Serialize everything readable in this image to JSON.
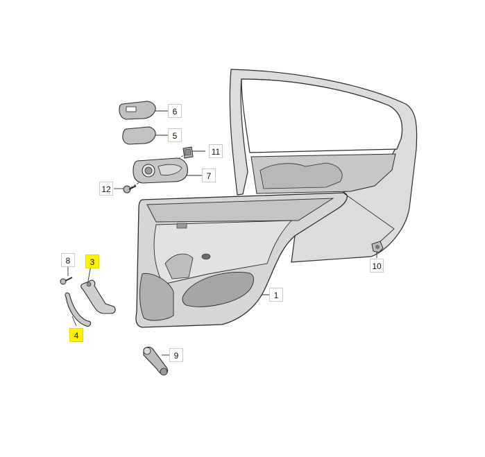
{
  "colors": {
    "part_fill": "#d9d9d9",
    "part_dark": "#a9a9a9",
    "outline": "#2b2b2b",
    "label_border": "#cfc9bd",
    "highlight": "#fff200"
  },
  "labels": [
    {
      "id": "1",
      "text": "1",
      "highlight": false,
      "part": "door-trim-panel"
    },
    {
      "id": "3",
      "text": "3",
      "highlight": true,
      "part": "inner-grab-handle"
    },
    {
      "id": "4",
      "text": "4",
      "highlight": true,
      "part": "grab-handle-cover"
    },
    {
      "id": "5",
      "text": "5",
      "highlight": false,
      "part": "trim-cover"
    },
    {
      "id": "6",
      "text": "6",
      "highlight": false,
      "part": "switch-bezel"
    },
    {
      "id": "7",
      "text": "7",
      "highlight": false,
      "part": "door-handle-bezel"
    },
    {
      "id": "8",
      "text": "8",
      "highlight": false,
      "part": "screw"
    },
    {
      "id": "9",
      "text": "9",
      "highlight": false,
      "part": "window-crank"
    },
    {
      "id": "10",
      "text": "10",
      "highlight": false,
      "part": "clip"
    },
    {
      "id": "11",
      "text": "11",
      "highlight": false,
      "part": "clip-nut"
    },
    {
      "id": "12",
      "text": "12",
      "highlight": false,
      "part": "bolt"
    }
  ]
}
